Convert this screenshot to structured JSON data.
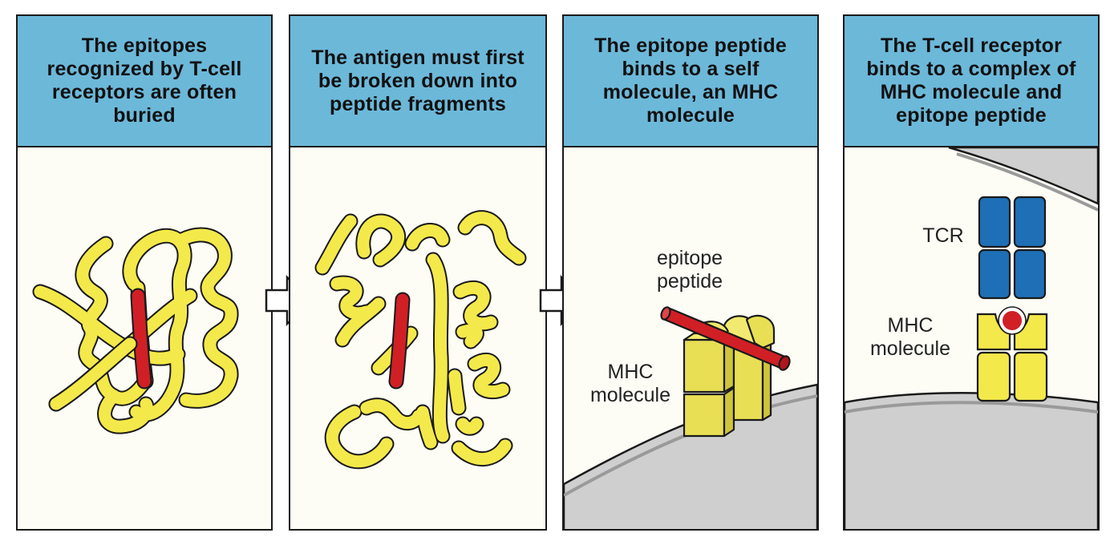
{
  "panels": [
    {
      "title": "The epitopes recognized by T-cell receptors are often buried"
    },
    {
      "title": "The antigen must first be broken down into peptide fragments"
    },
    {
      "title": "The epitope peptide binds to a self molecule, an MHC molecule",
      "labels": {
        "epitope": "epitope peptide",
        "mhc": "MHC molecule"
      }
    },
    {
      "title": "The T-cell receptor binds to a complex of MHC molecule and epitope peptide",
      "labels": {
        "tcr": "TCR",
        "mhc": "MHC molecule"
      }
    }
  ],
  "colors": {
    "header": "#6cb8d9",
    "panel_bg": "#fdfdf6",
    "ribbon": "#f4e94a",
    "epitope": "#d11f26",
    "tcr": "#1e6fb5",
    "cell": "#cfcfcf"
  },
  "icons": [
    "arrow-right-icon"
  ]
}
